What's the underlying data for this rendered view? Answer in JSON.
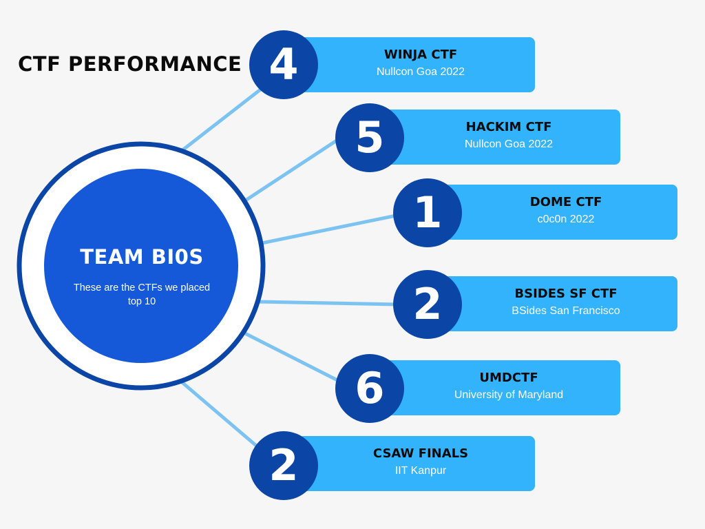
{
  "title": "CTF PERFORMANCE",
  "center": {
    "title": "TEAM BI0S",
    "subtitle": "These are the CTFs we placed top 10"
  },
  "colors": {
    "background": "#f6f6f6",
    "navy_circle": "#0b46a6",
    "center_fill": "#1659d8",
    "card": "#33b3fb",
    "connector": "#7cc3f2"
  },
  "items": [
    {
      "rank": "4",
      "name": "WINJA CTF",
      "event": "Nullcon Goa 2022"
    },
    {
      "rank": "5",
      "name": "HACKIM CTF",
      "event": "Nullcon Goa 2022"
    },
    {
      "rank": "1",
      "name": "DOME CTF",
      "event": "c0c0n 2022"
    },
    {
      "rank": "2",
      "name": "BSIDES SF CTF",
      "event": "BSides San Francisco"
    },
    {
      "rank": "6",
      "name": "UMDCTF",
      "event": "University of Maryland"
    },
    {
      "rank": "2",
      "name": "CSAW FINALS",
      "event": "IIT Kanpur"
    }
  ]
}
